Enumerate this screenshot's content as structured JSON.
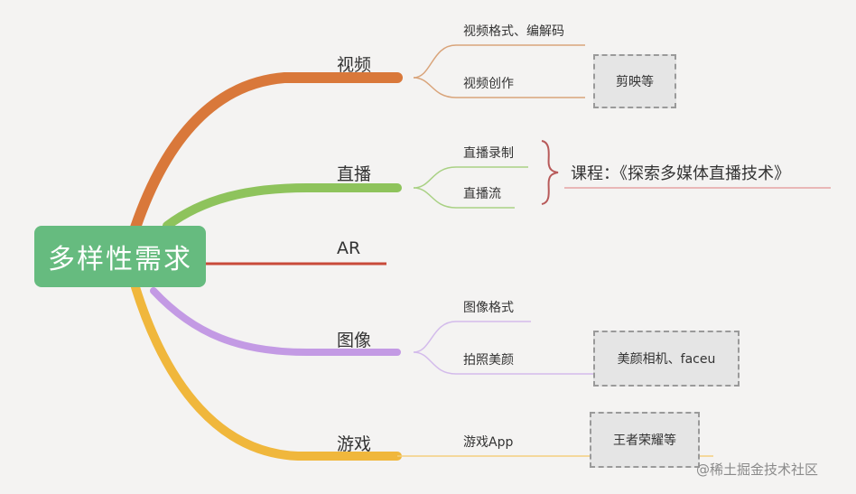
{
  "root": {
    "label": "多样性需求"
  },
  "branches": [
    {
      "id": "video",
      "label": "视频",
      "color": "#d9783a",
      "leaves": [
        "视频格式、编解码",
        "视频创作"
      ],
      "note": "剪映等"
    },
    {
      "id": "live",
      "label": "直播",
      "color": "#8ec35c",
      "leaves": [
        "直播录制",
        "直播流"
      ],
      "course": "课程：《探索多媒体直播技术》"
    },
    {
      "id": "ar",
      "label": "AR",
      "color": "#c84a3a",
      "leaves": []
    },
    {
      "id": "image",
      "label": "图像",
      "color": "#c39ae4",
      "leaves": [
        "图像格式",
        "拍照美颜"
      ],
      "note": "美颜相机、faceu"
    },
    {
      "id": "game",
      "label": "游戏",
      "color": "#f0b73c",
      "leaves": [
        "游戏App"
      ],
      "note": "王者荣耀等"
    }
  ],
  "colors": {
    "root_fill": "#66bb7f",
    "bracket": "#b85a5a",
    "underline": "#e9b7b7",
    "note_border": "#9a9a9a"
  },
  "watermark": "@稀土掘金技术社区"
}
